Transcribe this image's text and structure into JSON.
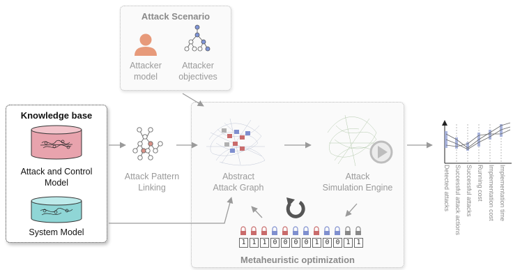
{
  "attack_scenario": {
    "title": "Attack Scenario",
    "attacker_model": [
      "Attacker",
      "model"
    ],
    "attacker_objectives": [
      "Attacker",
      "objectives"
    ]
  },
  "knowledge_base": {
    "title": "Knowledge base",
    "attack_control_model": [
      "Attack and Control",
      "Model"
    ],
    "system_model": "System Model"
  },
  "attack_pattern_linking": [
    "Attack Pattern",
    "Linking"
  ],
  "abstract_attack_graph": [
    "Abstract",
    "Attack Graph"
  ],
  "attack_simulation_engine": [
    "Attack",
    "Simulation Engine"
  ],
  "metaheuristic": {
    "title": "Metaheuristic optimization",
    "bits": [
      "1",
      "1",
      "1",
      "0",
      "0",
      "0",
      "0",
      "1",
      "0",
      "0",
      "1",
      "1"
    ]
  },
  "objectives_axes": [
    "Detected attacks",
    "Successful attack actions",
    "Successful attacks",
    "Running cost",
    "Implementation cost",
    "Implementation time"
  ],
  "colors": {
    "database_red": "#e8a3ad",
    "database_teal": "#8fd6d6",
    "person": "#e79a7a",
    "node_blue": "#7f95d8",
    "node_red": "#d99187",
    "arrow": "#9a9a9a",
    "lock_red": "#c96b6b",
    "lock_blue": "#7f8fcf"
  }
}
